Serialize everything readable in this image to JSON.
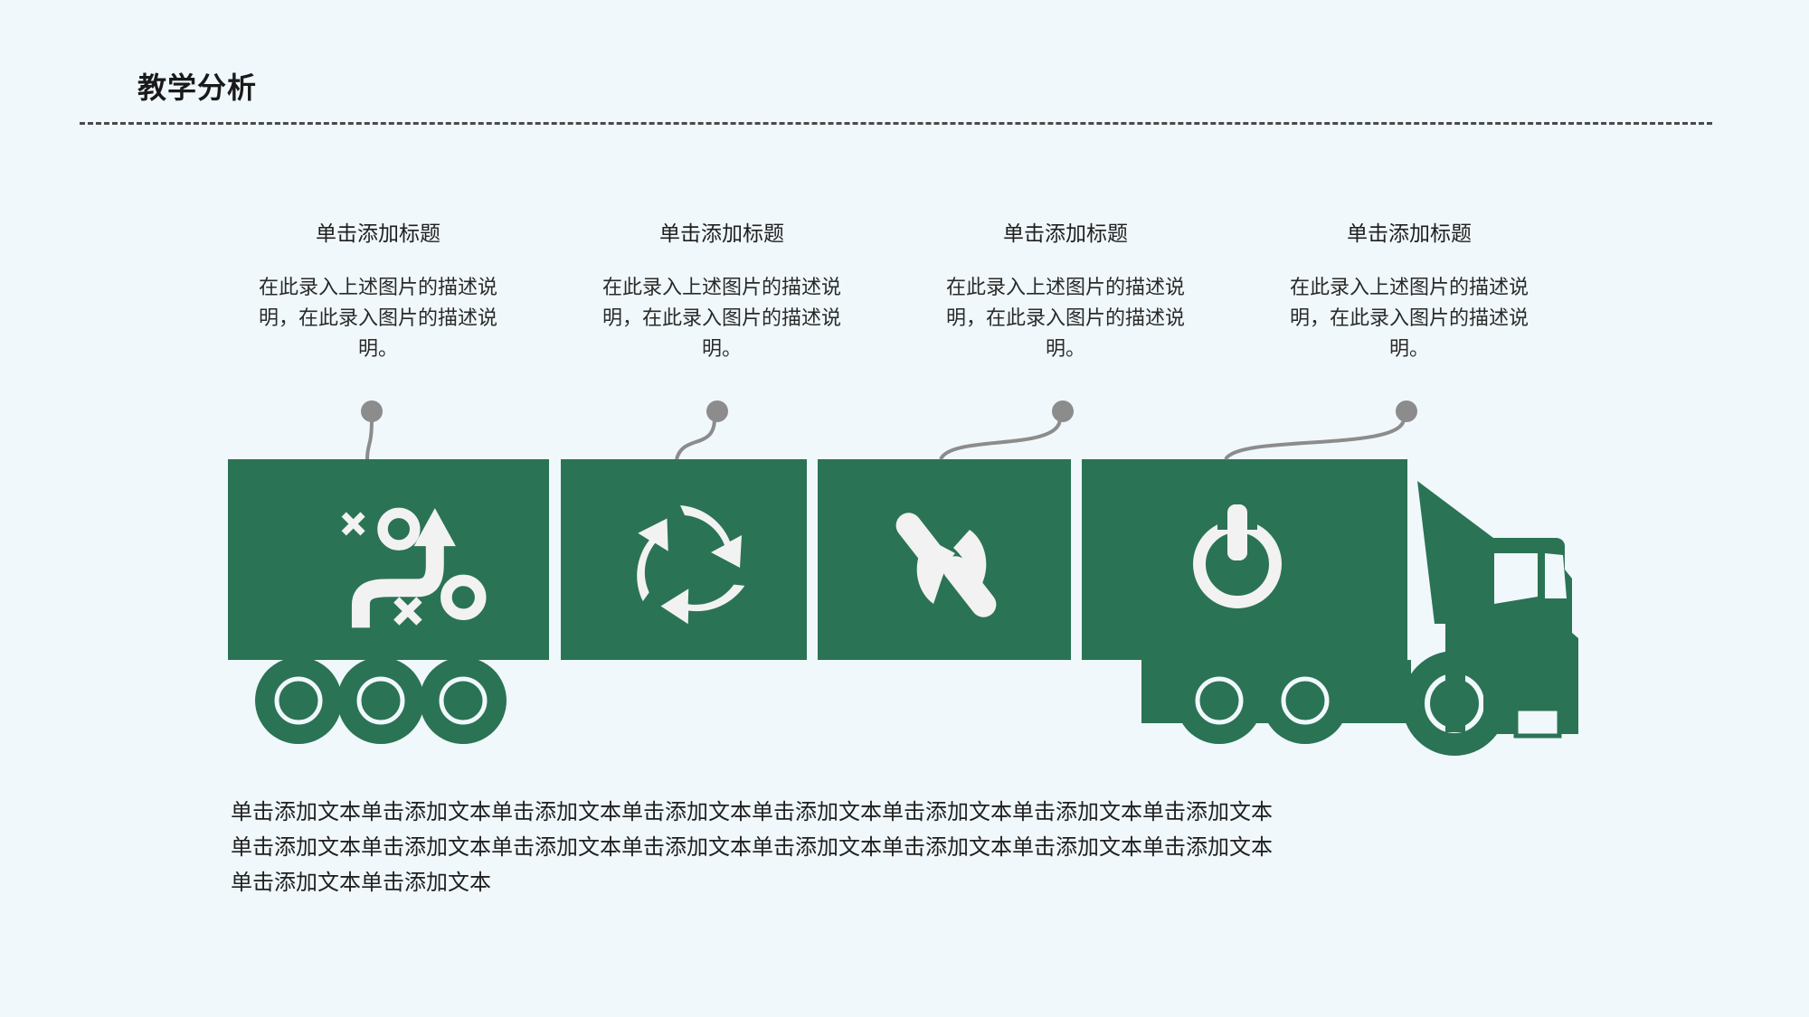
{
  "header": {
    "title": "教学分析",
    "divider": "dashed-rule"
  },
  "theme": {
    "background": "#F0F8FB",
    "accent_green": "#2B7355",
    "connector_gray": "#8C8C8C",
    "text_dark": "#1F1F1F"
  },
  "columns": [
    {
      "title": "单击添加标题",
      "body": "在此录入上述图片的描述说明，在此录入图片的描述说明。",
      "icon": "strategy-icon"
    },
    {
      "title": "单击添加标题",
      "body": "在此录入上述图片的描述说明，在此录入图片的描述说明。",
      "icon": "recycle-icon"
    },
    {
      "title": "单击添加标题",
      "body": "在此录入上述图片的描述说明，在此录入图片的描述说明。",
      "icon": "chain-link-icon"
    },
    {
      "title": "单击添加标题",
      "body": "在此录入上述图片的描述说明，在此录入图片的描述说明。",
      "icon": "power-icon"
    }
  ],
  "footer": {
    "paragraph": "单击添加文本单击添加文本单击添加文本单击添加文本单击添加文本单击添加文本单击添加文本单击添加文本单击添加文本单击添加文本单击添加文本单击添加文本单击添加文本单击添加文本单击添加文本单击添加文本单击添加文本单击添加文本"
  },
  "graphic": {
    "name": "semi-truck-with-four-trailer-panels",
    "trailer_panel_count": 4,
    "rear_wheel_count": 3,
    "front_wheel_count": 3
  }
}
